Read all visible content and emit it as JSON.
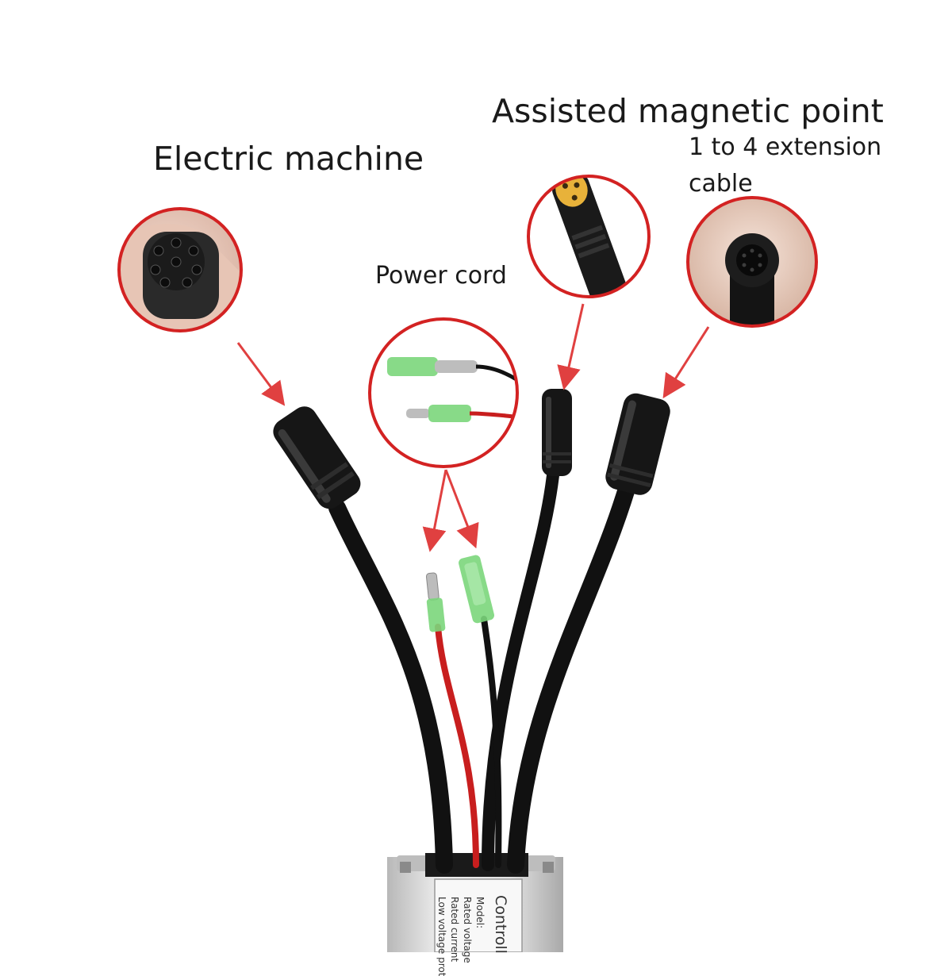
{
  "labels": {
    "electric_machine": "Electric machine",
    "magnetic_point": "Assisted magnetic point",
    "extension_line1": "1 to 4 extension",
    "extension_line2": "cable",
    "power_cord": "Power cord"
  },
  "controller": {
    "title": "Controll",
    "model": "Model:",
    "rated_voltage": "Rated voltage",
    "rated_current": "Rated current",
    "low_voltage": "Low voltage prot"
  },
  "colors": {
    "background": "#ffffff",
    "callout_ring": "#d32222",
    "arrow": "#e04040",
    "cable": "#111111",
    "red_wire": "#c81e1e",
    "terminal_sleeve": "#7bd67b",
    "connector_pin_insert": "#e8b23a",
    "controller_case": "#d6d6d6"
  }
}
